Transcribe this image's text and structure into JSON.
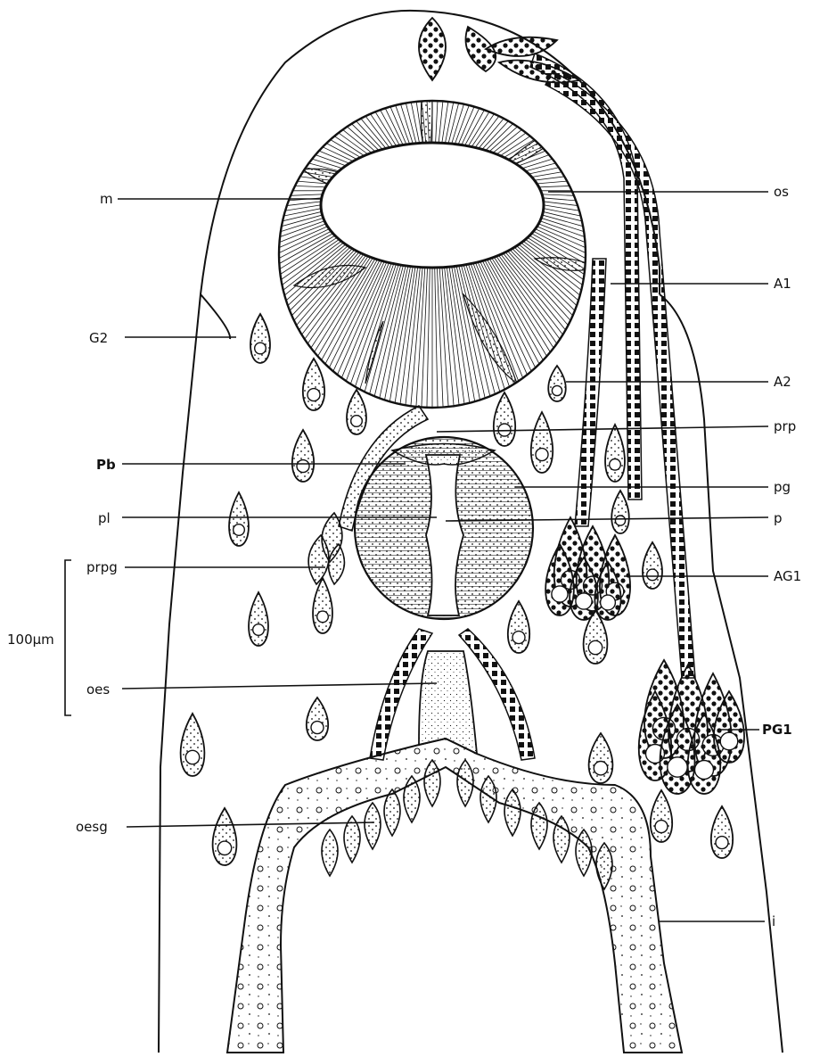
{
  "labels": {
    "m": "m",
    "G2": "G2",
    "Pb": "Pb",
    "pl": "pl",
    "prpg": "prpg",
    "oes": "oes",
    "oesg": "oesg",
    "os": "os",
    "A1": "A1",
    "A2": "A2",
    "prp": "prp",
    "pg": "pg",
    "p": "p",
    "AG1": "AG1",
    "PG1": "PG1",
    "i": "i"
  },
  "scale_bar": "100µm"
}
